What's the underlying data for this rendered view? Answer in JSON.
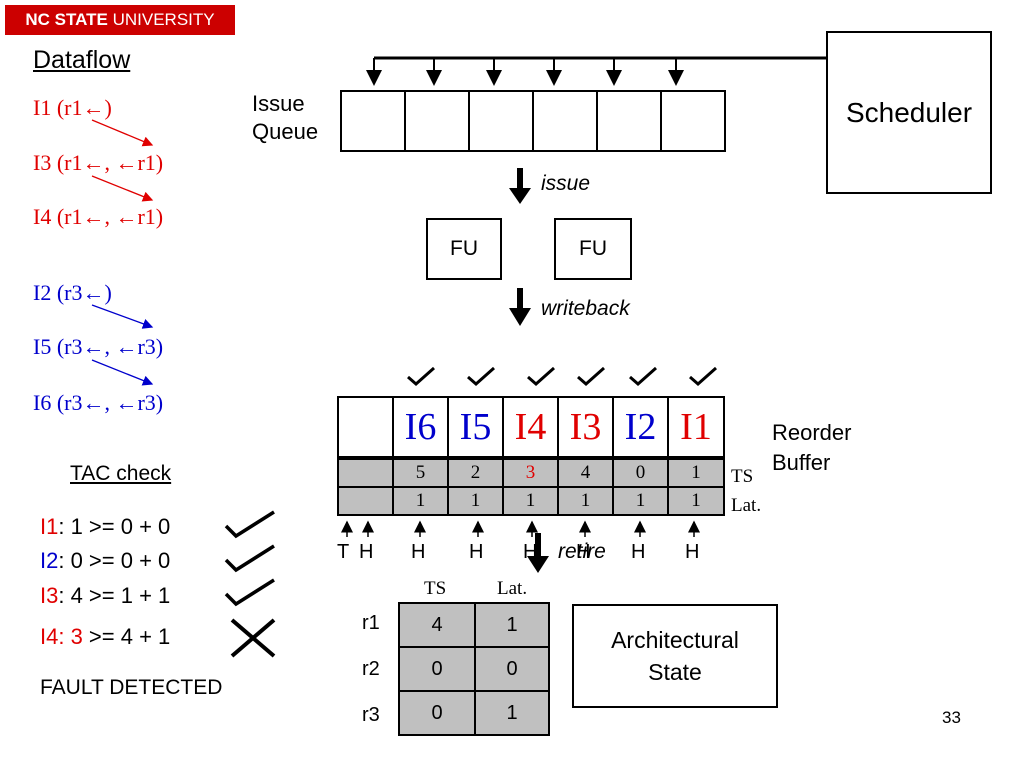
{
  "header": {
    "logo_bold": "NC STATE",
    "logo_rest": " UNIVERSITY"
  },
  "dataflow": {
    "title": "Dataflow",
    "instructions": [
      {
        "name": "I1",
        "rest": " (r1←)"
      },
      {
        "name": "I3",
        "rest": " (r1←, ←r1)"
      },
      {
        "name": "I4",
        "rest": " (r1←, ←r1)"
      },
      {
        "name": "I2",
        "rest": " (r3←)"
      },
      {
        "name": "I5",
        "rest": " (r3←, ←r3)"
      },
      {
        "name": "I6",
        "rest": " (r3←, ←r3)"
      }
    ]
  },
  "issue_queue": {
    "label_line1": "Issue",
    "label_line2": "Queue",
    "slots": 6
  },
  "scheduler": {
    "label": "Scheduler"
  },
  "issue_arrow": "issue",
  "fus": [
    "FU",
    "FU"
  ],
  "writeback_arrow": "writeback",
  "rob": {
    "label_line1": "Reorder",
    "label_line2": "Buffer",
    "entries": [
      {
        "inst": "",
        "ts": "",
        "lat": "",
        "color": "#000000",
        "check": false
      },
      {
        "inst": "I6",
        "ts": "5",
        "lat": "1",
        "color": "#0000cc",
        "check": true
      },
      {
        "inst": "I5",
        "ts": "2",
        "lat": "1",
        "color": "#0000cc",
        "check": true
      },
      {
        "inst": "I4",
        "ts": "3",
        "lat": "1",
        "color": "#e00000",
        "check": true,
        "ts_color": "#e00000"
      },
      {
        "inst": "I3",
        "ts": "4",
        "lat": "1",
        "color": "#e00000",
        "check": true
      },
      {
        "inst": "I2",
        "ts": "0",
        "lat": "1",
        "color": "#0000cc",
        "check": true
      },
      {
        "inst": "I1",
        "ts": "1",
        "lat": "1",
        "color": "#e00000",
        "check": true
      }
    ],
    "ts_label": "TS",
    "lat_label": "Lat.",
    "pointers": [
      "T",
      "H",
      "H",
      "H",
      "H",
      "H",
      "H",
      "H"
    ],
    "retire_label": "retire"
  },
  "tac": {
    "title": "TAC check",
    "rows": [
      {
        "inst": "I1",
        "inst_color": "#e00000",
        "text": ": 1 >= 0 + 0",
        "mark": "check"
      },
      {
        "inst": "I2",
        "inst_color": "#0000cc",
        "text": ": 0 >= 0 + 0",
        "mark": "check"
      },
      {
        "inst": "I3",
        "inst_color": "#e00000",
        "text": ": 4 >= 1 + 1",
        "mark": "check"
      },
      {
        "inst": "I4: 3",
        "inst_color": "#e00000",
        "text": " >= 4 + 1",
        "mark": "cross"
      }
    ],
    "fault": "FAULT DETECTED"
  },
  "reg_table": {
    "col_ts": "TS",
    "col_lat": "Lat.",
    "rows": [
      {
        "reg": "r1",
        "ts": "4",
        "lat": "1"
      },
      {
        "reg": "r2",
        "ts": "0",
        "lat": "0"
      },
      {
        "reg": "r3",
        "ts": "0",
        "lat": "1"
      }
    ]
  },
  "arch_state": {
    "line1": "Architectural",
    "line2": "State"
  },
  "page_number": "33"
}
